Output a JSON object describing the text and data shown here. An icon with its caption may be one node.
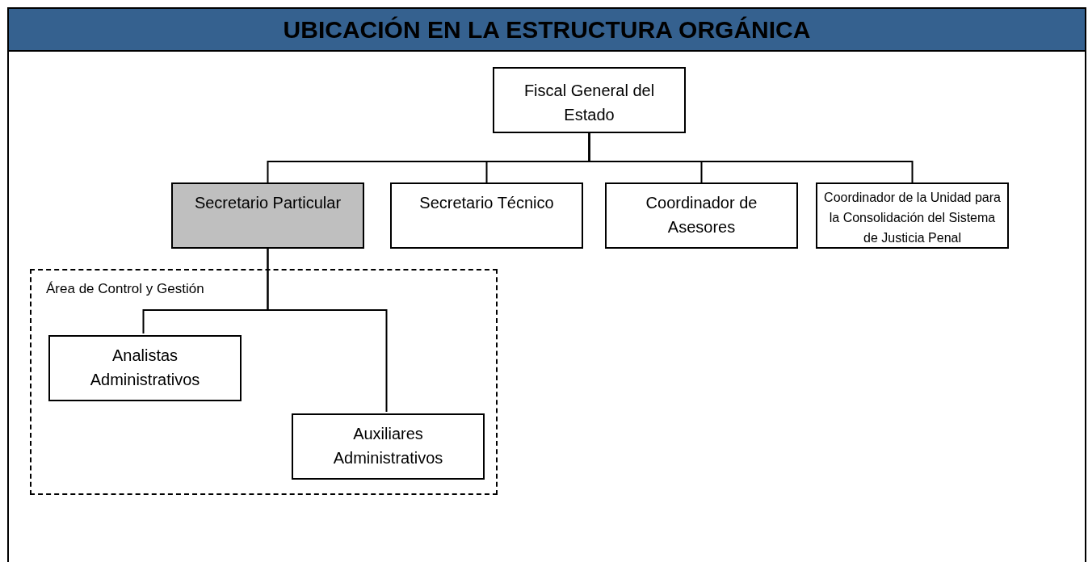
{
  "diagram": {
    "title": "UBICACIÓN EN LA ESTRUCTURA ORGÁNICA",
    "nodes": [
      {
        "text": [
          "Fiscal General del Estado"
        ]
      },
      {
        "text": [
          "Secretario Particular"
        ]
      },
      {
        "text": [
          "Secretario Técnico"
        ]
      },
      {
        "text": [
          "Coordinador de Asesores"
        ]
      },
      {
        "text": [
          "Coordinador de la Unidad para la Consolidación del Sistema de Justicia Penal"
        ]
      },
      {
        "text": [
          "Área de Control y Gestión"
        ]
      },
      {
        "text": [
          "Analistas Administrativos"
        ],
        "in": 5
      },
      {
        "text": [
          "Auxiliares Administrativos"
        ],
        "in": 5
      }
    ],
    "edges": [
      {
        "from": 0,
        "to": 1,
        "arrow": "none"
      },
      {
        "from": 0,
        "to": 2,
        "arrow": "none"
      },
      {
        "from": 0,
        "to": 3,
        "arrow": "none"
      },
      {
        "from": 0,
        "to": 4,
        "arrow": "none"
      },
      {
        "from": 1,
        "to": 6,
        "arrow": "none"
      },
      {
        "from": 1,
        "to": 7,
        "arrow": "none"
      }
    ]
  }
}
